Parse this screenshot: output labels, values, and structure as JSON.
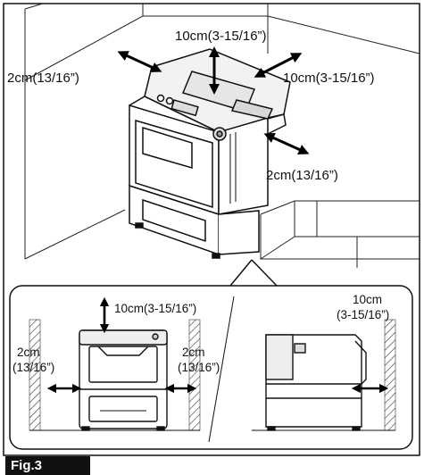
{
  "figure": {
    "label": "Fig.3"
  },
  "top_view": {
    "clearance_top": "10cm(3-15/16”)",
    "clearance_left": "2cm(13/16”)",
    "clearance_back": "10cm(3-15/16”)",
    "clearance_right": "2cm(13/16”)"
  },
  "front_view": {
    "clearance_top": "10cm(3-15/16”)",
    "clearance_left_line1": "2cm",
    "clearance_left_line2": "(13/16”)",
    "clearance_right_line1": "2cm",
    "clearance_right_line2": "(13/16”)"
  },
  "side_view": {
    "clearance_back_line1": "10cm",
    "clearance_back_line2": "(3-15/16”)"
  },
  "icons": [
    "clearance-arrow-icon",
    "wall-hatching-icon",
    "printer-drawing"
  ]
}
